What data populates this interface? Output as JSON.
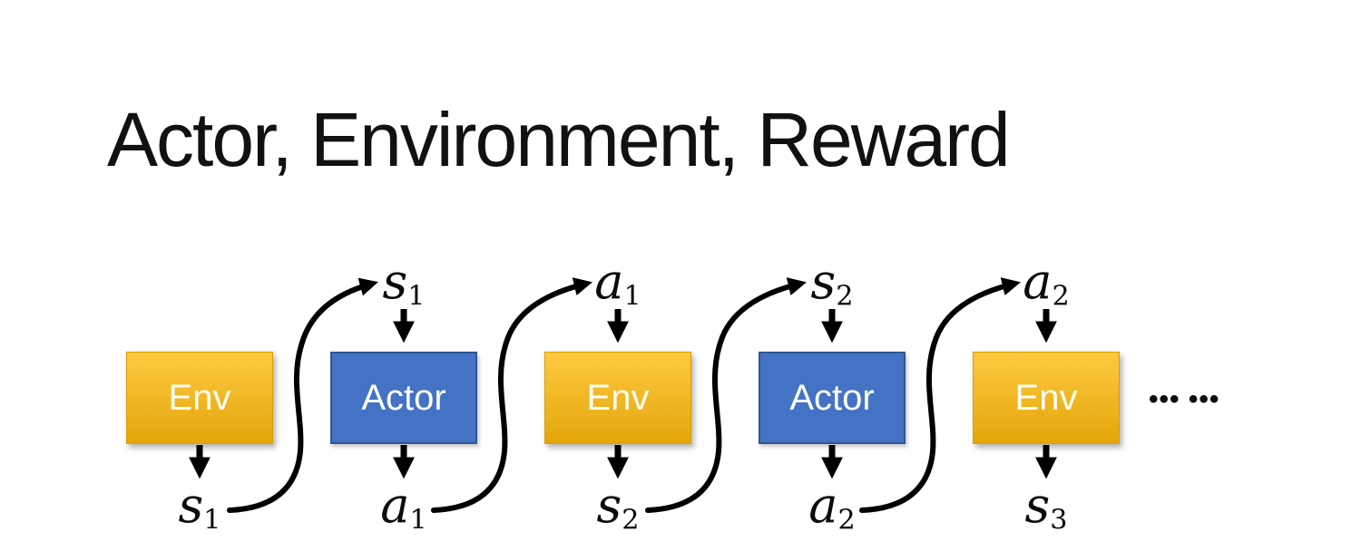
{
  "title": "Actor, Environment, Reward",
  "colors": {
    "title-text": "#111111",
    "env-top": "#FFC941",
    "env-bottom": "#E3A60B",
    "env-border": "#D79F00",
    "env-text": "#FFFDF2",
    "actor-fill": "#4472C4",
    "actor-border": "#2F5597",
    "actor-text": "#FFFFFF",
    "arrow": "#000000"
  },
  "diagram": {
    "boxes": [
      {
        "label": "Env"
      },
      {
        "label": "Actor"
      },
      {
        "label": "Env"
      },
      {
        "label": "Actor"
      },
      {
        "label": "Env"
      }
    ],
    "top_labels": [
      {
        "letter": "s",
        "sub": "1"
      },
      {
        "letter": "a",
        "sub": "1"
      },
      {
        "letter": "s",
        "sub": "2"
      },
      {
        "letter": "a",
        "sub": "2"
      }
    ],
    "bottom_labels": [
      {
        "letter": "s",
        "sub": "1"
      },
      {
        "letter": "a",
        "sub": "1"
      },
      {
        "letter": "s",
        "sub": "2"
      },
      {
        "letter": "a",
        "sub": "2"
      },
      {
        "letter": "s",
        "sub": "3"
      }
    ],
    "ellipsis": "••• •••"
  }
}
